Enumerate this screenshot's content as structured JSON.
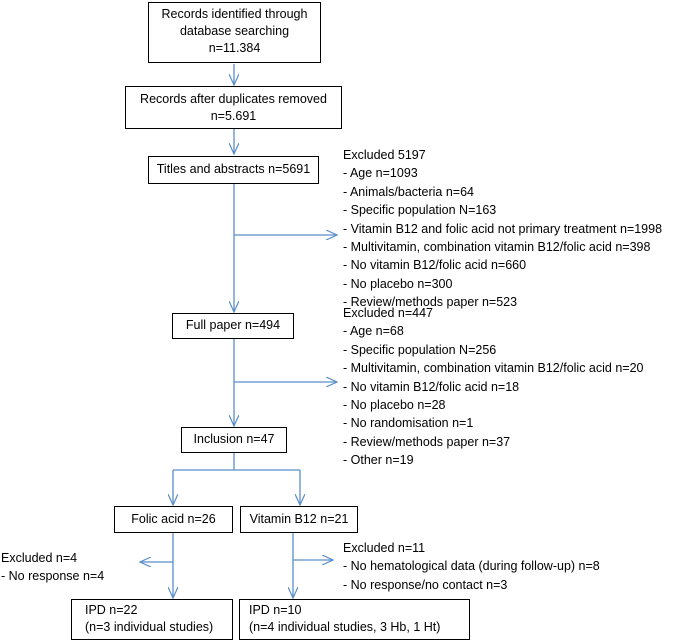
{
  "boxes": {
    "identified": [
      "Records identified through",
      "database searching",
      "n=11.384"
    ],
    "duplicates": [
      "Records after duplicates removed",
      "n=5.691"
    ],
    "titles": [
      "Titles and abstracts n=5691"
    ],
    "fullpaper": [
      "Full paper n=494"
    ],
    "inclusion": [
      "Inclusion n=47"
    ],
    "folic": [
      "Folic acid n=26"
    ],
    "b12": [
      "Vitamin B12 n=21"
    ],
    "ipd_folic": [
      "IPD n=22",
      "(n=3 individual studies)"
    ],
    "ipd_b12": [
      "IPD n=10",
      "(n=4 individual studies, 3 Hb, 1 Ht)"
    ]
  },
  "excluded": {
    "first": [
      "Excluded 5197",
      "- Age n=1093",
      "- Animals/bacteria n=64",
      "- Specific population N=163",
      "- Vitamin B12 and folic acid not primary treatment n=1998",
      "- Multivitamin, combination vitamin B12/folic acid n=398",
      "- No vitamin B12/folic acid n=660",
      "- No placebo n=300",
      "- Review/methods paper n=523"
    ],
    "second": [
      "Excluded n=447",
      "- Age n=68",
      "- Specific population N=256",
      "- Multivitamin, combination vitamin B12/folic acid n=20",
      "- No vitamin B12/folic acid n=18",
      "- No placebo n=28",
      "- No randomisation n=1",
      "- Review/methods paper n=37",
      "- Other n=19"
    ],
    "folic": [
      "Excluded n=4",
      "- No response n=4"
    ],
    "b12": [
      "Excluded n=11",
      "- No hematological data (during follow-up)  n=8",
      "- No response/no contact n=3"
    ]
  },
  "colors": {
    "arrow": "#5b8fc9",
    "border": "#000000"
  }
}
